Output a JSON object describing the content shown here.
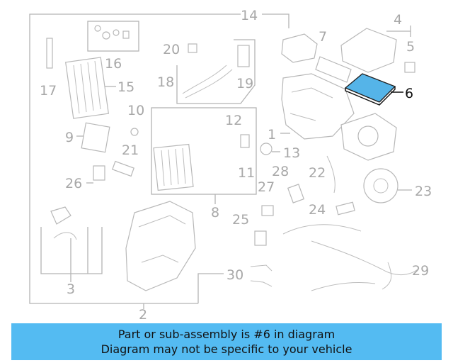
{
  "diagram": {
    "highlighted_part": "6",
    "highlight_color": "#55b4e8",
    "callouts": [
      {
        "id": "callout-1",
        "label": "1"
      },
      {
        "id": "callout-2",
        "label": "2"
      },
      {
        "id": "callout-3",
        "label": "3"
      },
      {
        "id": "callout-4",
        "label": "4"
      },
      {
        "id": "callout-5",
        "label": "5"
      },
      {
        "id": "callout-6",
        "label": "6"
      },
      {
        "id": "callout-7",
        "label": "7"
      },
      {
        "id": "callout-8",
        "label": "8"
      },
      {
        "id": "callout-9",
        "label": "9"
      },
      {
        "id": "callout-10",
        "label": "10"
      },
      {
        "id": "callout-11",
        "label": "11"
      },
      {
        "id": "callout-12",
        "label": "12"
      },
      {
        "id": "callout-13",
        "label": "13"
      },
      {
        "id": "callout-14",
        "label": "14"
      },
      {
        "id": "callout-15",
        "label": "15"
      },
      {
        "id": "callout-16",
        "label": "16"
      },
      {
        "id": "callout-17",
        "label": "17"
      },
      {
        "id": "callout-18",
        "label": "18"
      },
      {
        "id": "callout-19",
        "label": "19"
      },
      {
        "id": "callout-20",
        "label": "20"
      },
      {
        "id": "callout-21",
        "label": "21"
      },
      {
        "id": "callout-22",
        "label": "22"
      },
      {
        "id": "callout-23",
        "label": "23"
      },
      {
        "id": "callout-24",
        "label": "24"
      },
      {
        "id": "callout-25",
        "label": "25"
      },
      {
        "id": "callout-26",
        "label": "26"
      },
      {
        "id": "callout-27",
        "label": "27"
      },
      {
        "id": "callout-28",
        "label": "28"
      },
      {
        "id": "callout-29",
        "label": "29"
      },
      {
        "id": "callout-30",
        "label": "30"
      }
    ]
  },
  "banner": {
    "line1": "Part or sub-assembly is #6 in diagram",
    "line2": "Diagram may not be specific to your vehicle",
    "background": "#54bbf2"
  }
}
